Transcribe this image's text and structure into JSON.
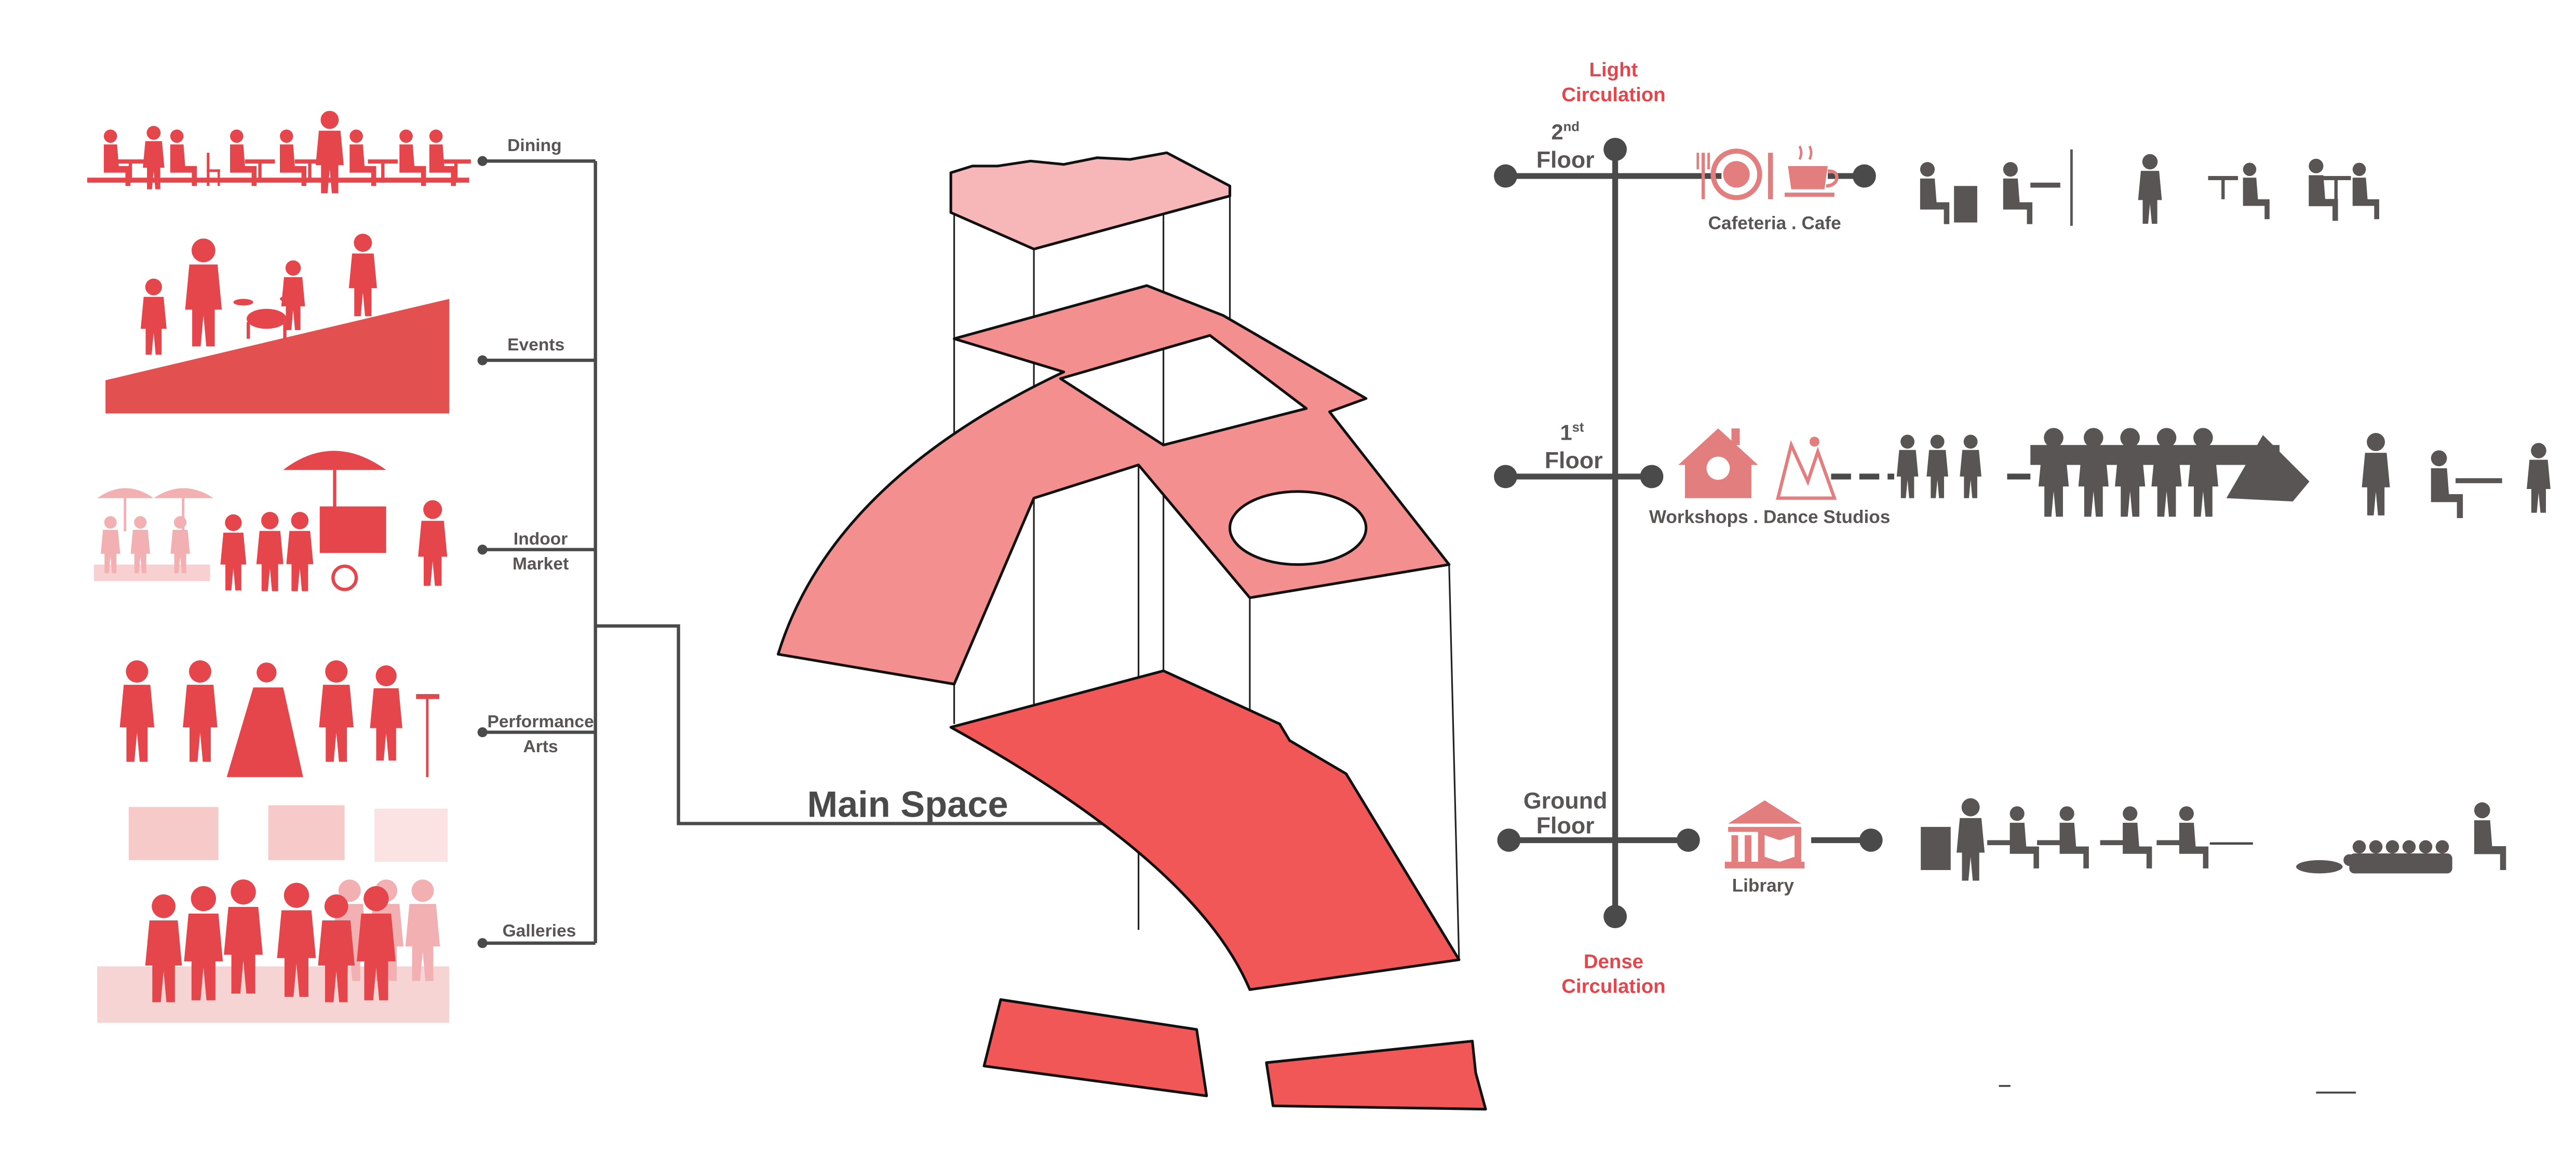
{
  "colors": {
    "accent": "#e5464b",
    "accent_light": "#f7b6b8",
    "accent_mid": "#f48f8f",
    "accent_dark": "#f25757",
    "line": "#4a4a4a",
    "silhouette_dark": "#5a5555",
    "icon_pink": "#e27e7e"
  },
  "left_activities": [
    {
      "label": "Dining",
      "icon": "dining-crowd-silhouette"
    },
    {
      "label": "Events",
      "icon": "band-on-stage-silhouette"
    },
    {
      "label_lines": [
        "Indoor",
        "Market"
      ],
      "icon": "market-stall-silhouette"
    },
    {
      "label_lines": [
        "Performance",
        "Arts"
      ],
      "icon": "performers-silhouette"
    },
    {
      "label": "Galleries",
      "icon": "gallery-visitors-silhouette"
    }
  ],
  "center": {
    "main_label": "Main Space"
  },
  "right": {
    "top_label_lines": [
      "Light",
      "Circulation"
    ],
    "bottom_label_lines": [
      "Dense",
      "Circulation"
    ],
    "floors": [
      {
        "floor_number": "2",
        "sup": "nd",
        "floor_word": "Floor",
        "program": "Cafeteria . Cafe",
        "icon": "cafe-plate-cup-icon"
      },
      {
        "floor_number": "1",
        "sup": "st",
        "floor_word": "Floor",
        "program": "Workshops . Dance Studios",
        "icon": "workshop-dance-icon"
      },
      {
        "floor_lines": [
          "Ground",
          "Floor"
        ],
        "program": "Library",
        "icon": "library-icon"
      }
    ]
  }
}
